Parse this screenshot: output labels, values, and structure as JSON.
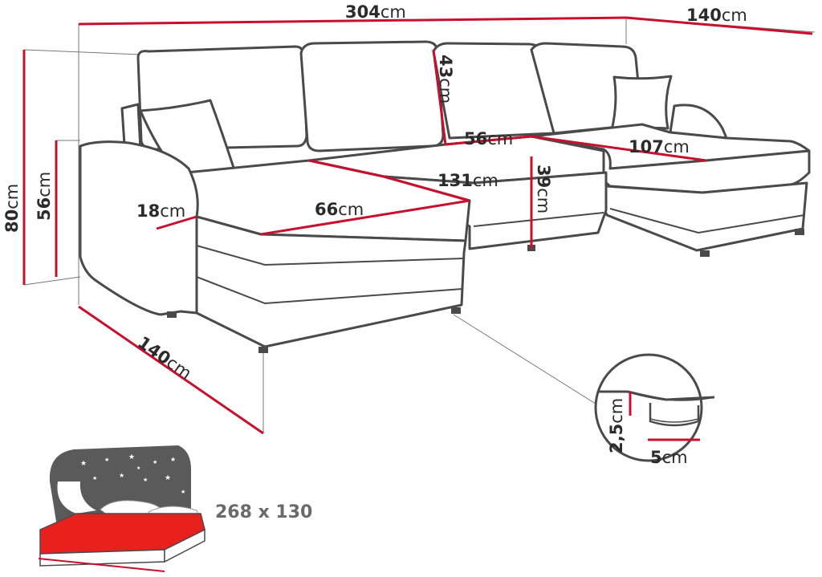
{
  "dimensions": {
    "total_width": {
      "value": "304",
      "unit": "cm"
    },
    "right_depth": {
      "value": "140",
      "unit": "cm"
    },
    "total_height": {
      "value": "80",
      "unit": "cm"
    },
    "arm_height": {
      "value": "56",
      "unit": "cm"
    },
    "left_depth": {
      "value": "140",
      "unit": "cm"
    },
    "backrest_height": {
      "value": "43",
      "unit": "cm"
    },
    "armrest_width": {
      "value": "18",
      "unit": "cm"
    },
    "left_seat_width": {
      "value": "66",
      "unit": "cm"
    },
    "middle_seat_depth": {
      "value": "56",
      "unit": "cm"
    },
    "middle_seat_width": {
      "value": "131",
      "unit": "cm"
    },
    "seat_height": {
      "value": "39",
      "unit": "cm"
    },
    "right_seat_width": {
      "value": "107",
      "unit": "cm"
    },
    "leg_height": {
      "value": "2,5",
      "unit": "cm"
    },
    "leg_width": {
      "value": "5",
      "unit": "cm"
    }
  },
  "sleeping_area": "268 x 130",
  "colors": {
    "dimension_line": "#c8102e",
    "outline": "#4a4a4a",
    "bed_surface": "#e8211f",
    "night_panel": "#5a5a5a"
  },
  "icons": {
    "bed": "bed-icon",
    "leg_detail": "magnifier-detail-icon"
  }
}
